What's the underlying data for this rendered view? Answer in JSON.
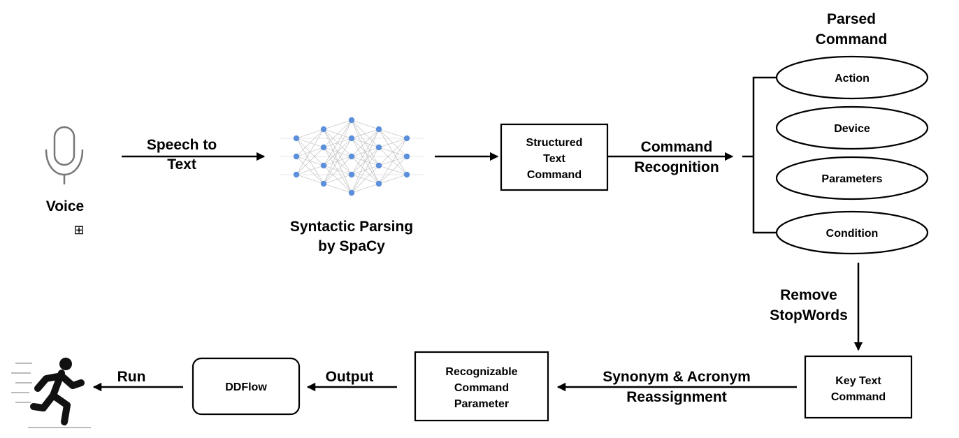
{
  "voice": {
    "label": "Voice",
    "icon": "microphone-icon",
    "marker_icon": "boxed-plus-icon",
    "marker_glyph": "⊞"
  },
  "speech_to_text": {
    "lines": [
      "Speech to",
      "Text"
    ]
  },
  "spacy": {
    "icon": "neural-network-icon",
    "lines": [
      "Syntactic Parsing",
      "by SpaCy"
    ]
  },
  "structured_text": {
    "lines": [
      "Structured",
      "Text",
      "Command"
    ]
  },
  "command_recognition": {
    "lines": [
      "Command",
      "Recognition"
    ]
  },
  "parsed_command": {
    "title_lines": [
      "Parsed",
      "Command"
    ],
    "items": [
      "Action",
      "Device",
      "Parameters",
      "Condition"
    ]
  },
  "remove_stopwords": {
    "lines": [
      "Remove",
      "StopWords"
    ]
  },
  "key_text": {
    "lines": [
      "Key Text",
      "Command"
    ]
  },
  "synonym": {
    "lines": [
      "Synonym & Acronym",
      "Reassignment"
    ]
  },
  "recognizable": {
    "lines": [
      "Recognizable",
      "Command",
      "Parameter"
    ]
  },
  "output": {
    "label": "Output"
  },
  "ddflow": {
    "label": "DDFlow"
  },
  "run": {
    "label": "Run",
    "icon": "running-person-icon"
  }
}
